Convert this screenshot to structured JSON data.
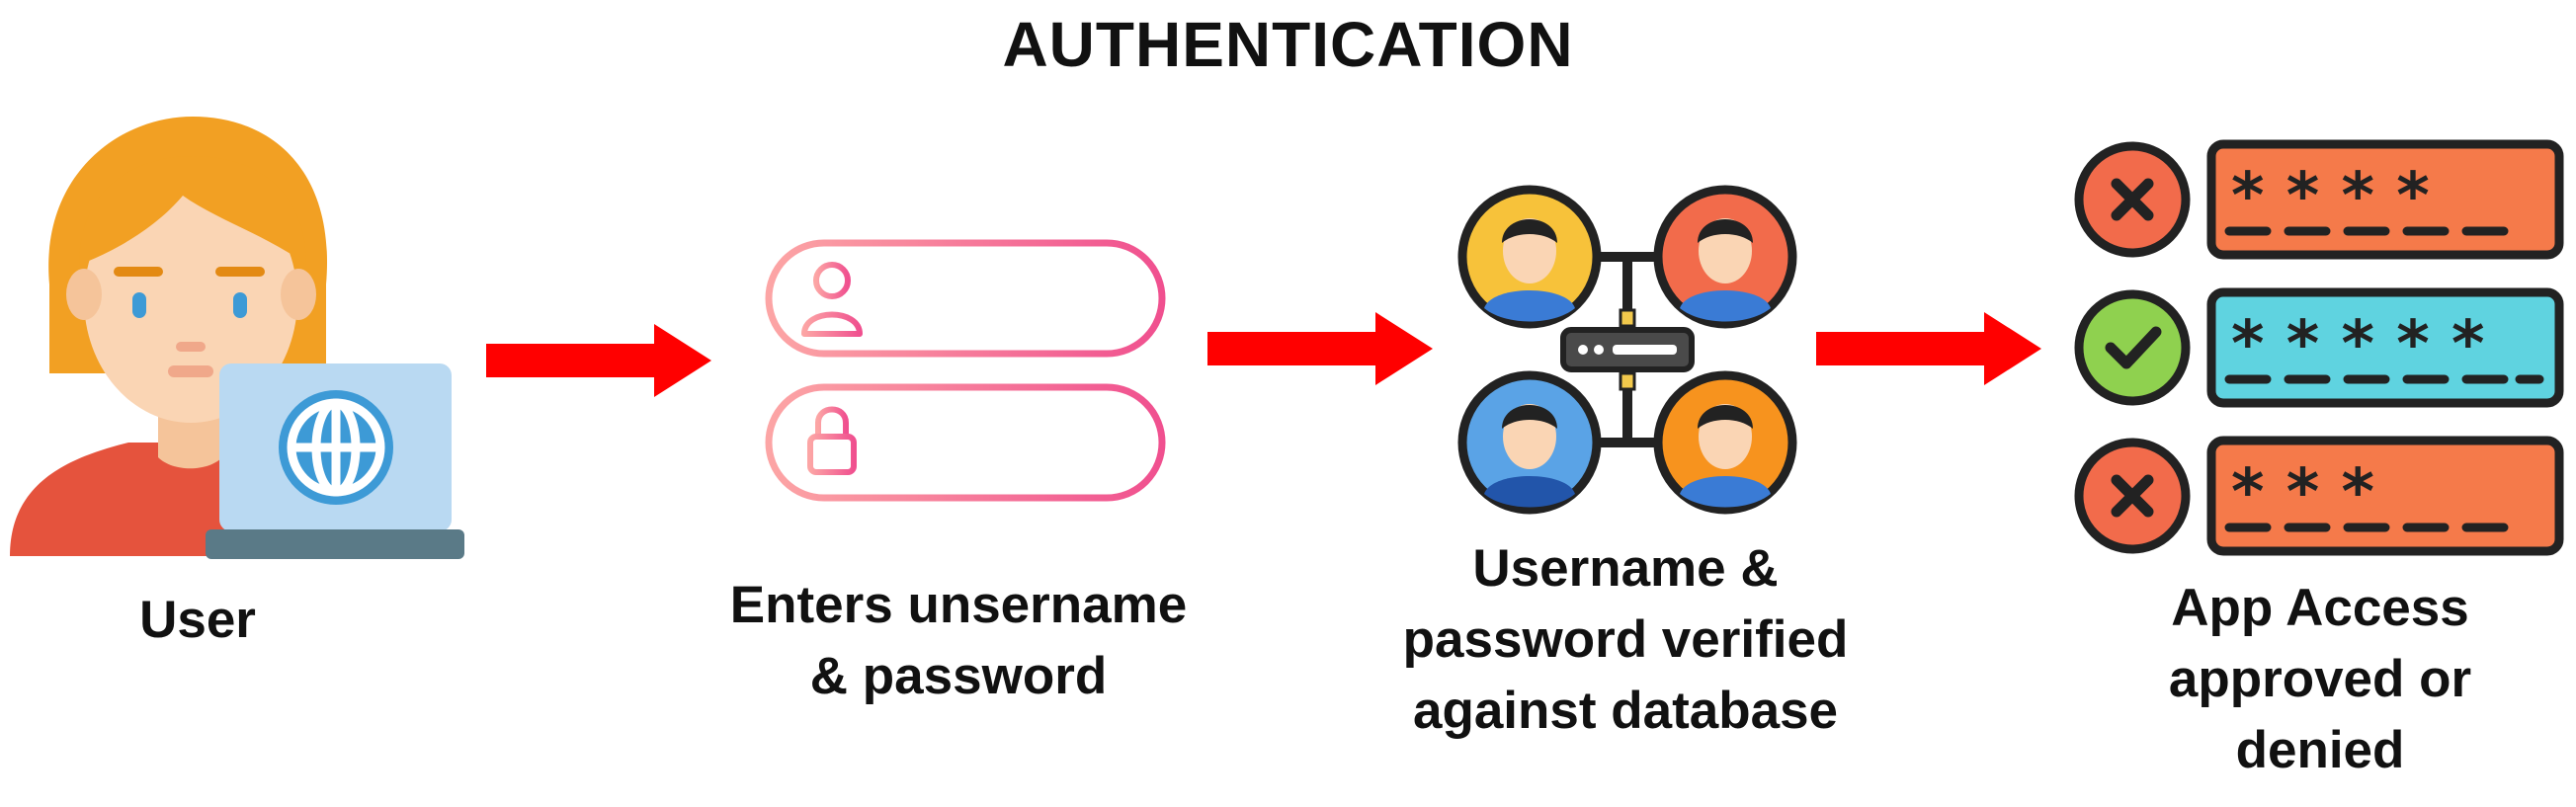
{
  "title": "AUTHENTICATION",
  "steps": [
    {
      "label": "User"
    },
    {
      "label_lines": [
        "Enters unsername",
        "& password"
      ]
    },
    {
      "label_lines": [
        "Username &",
        "password verified",
        "against database"
      ]
    },
    {
      "label_lines": [
        "App Access",
        "approved or",
        "denied"
      ]
    }
  ],
  "icons": {
    "user": "woman-with-laptop-icon",
    "credentials": "login-form-icon",
    "database": "user-network-icon",
    "access": "password-status-icon"
  },
  "colors": {
    "arrow": "#ff0000",
    "form_gradient_start": "#fca5a5",
    "form_gradient_end": "#f0508f",
    "approved": "#8fd14f",
    "denied": "#f26b4b",
    "approved_field": "#5fd3e0",
    "denied_field": "#f57a4a"
  }
}
